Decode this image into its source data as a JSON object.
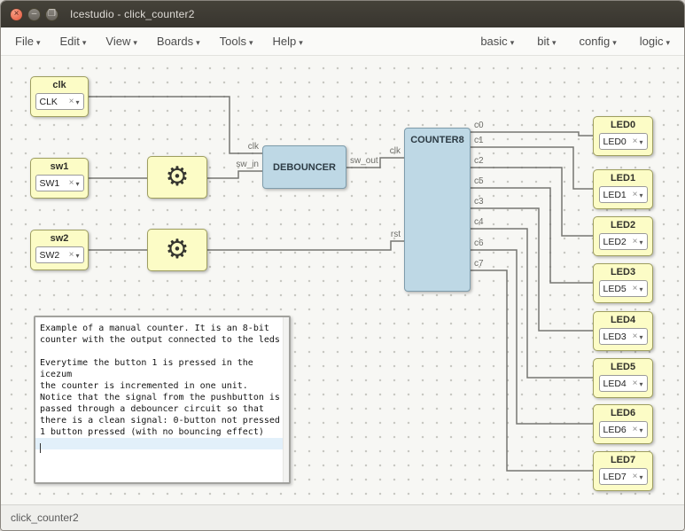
{
  "window": {
    "title": "Icestudio - click_counter2"
  },
  "menus": {
    "file": "File",
    "edit": "Edit",
    "view": "View",
    "boards": "Boards",
    "tools": "Tools",
    "help": "Help",
    "basic": "basic",
    "bit": "bit",
    "config": "config",
    "logic": "logic"
  },
  "icons": {
    "gear": "⚙",
    "window_close": "×",
    "window_minimize": "–",
    "window_maximize": "❐",
    "clear": "×"
  },
  "inputs": [
    {
      "title": "clk",
      "value": "CLK"
    },
    {
      "title": "sw1",
      "value": "SW1"
    },
    {
      "title": "sw2",
      "value": "SW2"
    }
  ],
  "debouncer": {
    "title": "DEBOUNCER",
    "port_clk": "clk",
    "port_sw_in": "sw_in",
    "port_sw_out": "sw_out"
  },
  "counter": {
    "title": "COUNTER8",
    "port_clk": "clk",
    "port_rst": "rst",
    "outputs": [
      "c0",
      "c1",
      "c2",
      "c5",
      "c3",
      "c4",
      "c6",
      "c7"
    ]
  },
  "leds": [
    {
      "title": "LED0",
      "value": "LED0"
    },
    {
      "title": "LED1",
      "value": "LED1"
    },
    {
      "title": "LED2",
      "value": "LED2"
    },
    {
      "title": "LED3",
      "value": "LED5"
    },
    {
      "title": "LED4",
      "value": "LED3"
    },
    {
      "title": "LED5",
      "value": "LED4"
    },
    {
      "title": "LED6",
      "value": "LED6"
    },
    {
      "title": "LED7",
      "value": "LED7"
    }
  ],
  "note": {
    "text": "Example of a manual counter. It is an 8-bit\ncounter with the output connected to the leds\n\nEverytime the button 1 is pressed in the icezum\nthe counter is incremented in one unit.\nNotice that the signal from the pushbutton is\npassed through a debouncer circuit so that\nthere is a clean signal: 0-button not pressed\n1 button pressed (with no bouncing effect)"
  },
  "statusbar": {
    "text": "click_counter2"
  }
}
